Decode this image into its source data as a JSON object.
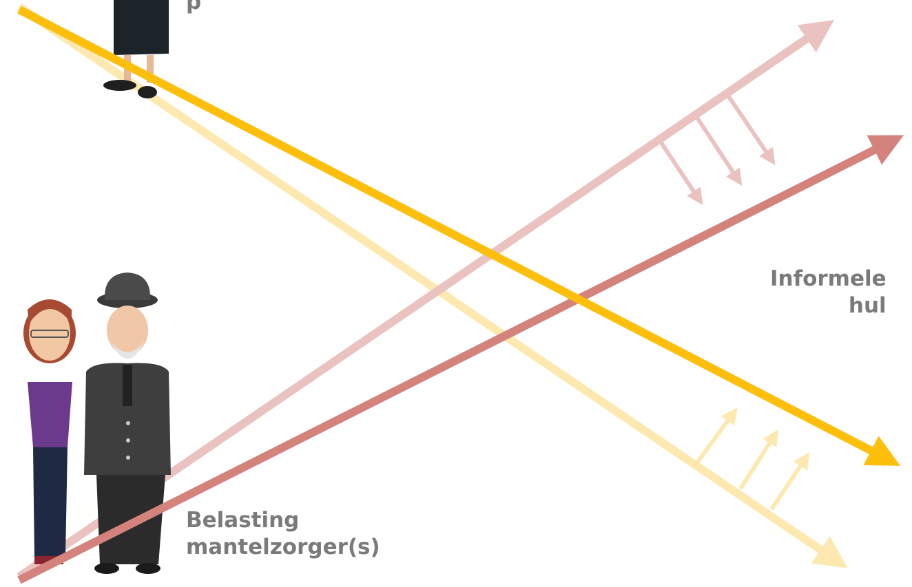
{
  "labels": {
    "belasting_line1": "Belasting",
    "belasting_line2": "mantelzorger(s)",
    "informele_line1": "Informele",
    "informele_line2": "hul",
    "top_fragment": "p"
  },
  "colors": {
    "gold": "#fdbe0c",
    "gold_faded": "#fde9b0",
    "rose": "#d4837c",
    "rose_faded": "#eac2bf",
    "label_text": "#7a7a7a",
    "background": "#ffffff"
  }
}
